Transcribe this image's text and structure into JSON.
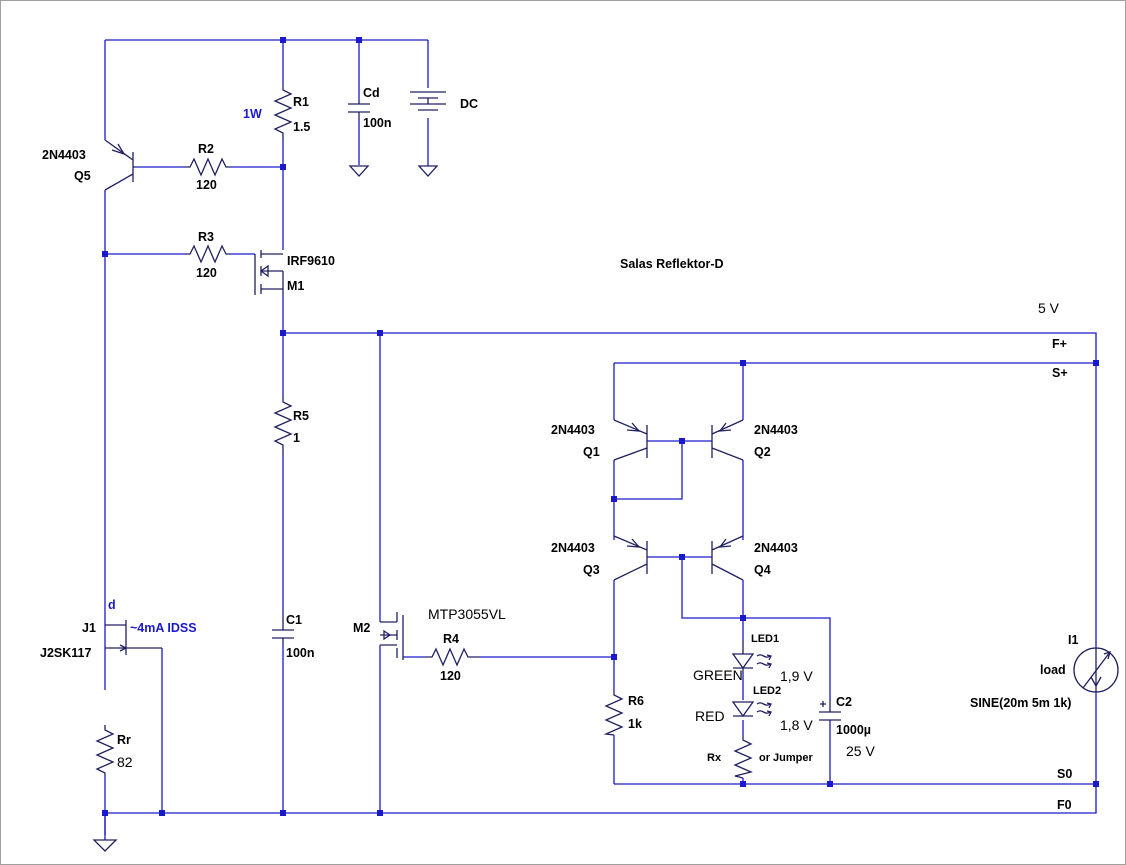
{
  "title": "Salas Reflektor-D",
  "supply": {
    "voltage_label": "5 V"
  },
  "ports": {
    "f_plus": "F+",
    "s_plus": "S+",
    "s_zero": "S0",
    "f_zero": "F0"
  },
  "components": {
    "q5": {
      "model": "2N4403",
      "ref": "Q5"
    },
    "r2": {
      "ref": "R2",
      "value": "120"
    },
    "r1": {
      "ref": "R1",
      "value": "1.5",
      "note": "1W"
    },
    "cd": {
      "ref": "Cd",
      "value": "100n"
    },
    "dc": {
      "ref": "DC"
    },
    "r3": {
      "ref": "R3",
      "value": "120"
    },
    "m1": {
      "model": "IRF9610",
      "ref": "M1"
    },
    "r5": {
      "ref": "R5",
      "value": "1"
    },
    "c1": {
      "ref": "C1",
      "value": "100n"
    },
    "j1": {
      "ref": "J1",
      "model": "J2SK117",
      "pin": "d",
      "note": "~4mA IDSS"
    },
    "rr": {
      "ref": "Rr",
      "value": "82"
    },
    "m2": {
      "ref": "M2",
      "model": "MTP3055VL"
    },
    "r4": {
      "ref": "R4",
      "value": "120"
    },
    "q1": {
      "model": "2N4403",
      "ref": "Q1"
    },
    "q2": {
      "model": "2N4403",
      "ref": "Q2"
    },
    "q3": {
      "model": "2N4403",
      "ref": "Q3"
    },
    "q4": {
      "model": "2N4403",
      "ref": "Q4"
    },
    "r6": {
      "ref": "R6",
      "value": "1k"
    },
    "led1": {
      "ref": "LED1",
      "color": "GREEN",
      "vf": "1,9 V"
    },
    "led2": {
      "ref": "LED2",
      "color": "RED",
      "vf": "1,8 V"
    },
    "rx": {
      "ref": "Rx",
      "note": "or Jumper"
    },
    "c2": {
      "ref": "C2",
      "value": "1000µ",
      "rating": "25 V"
    },
    "i1": {
      "ref": "I1",
      "name": "load",
      "value": "SINE(20m 5m 1k)"
    }
  },
  "colors": {
    "wire": "#1a1acc",
    "component": "#202060",
    "label_blue": "#1a1acc"
  }
}
